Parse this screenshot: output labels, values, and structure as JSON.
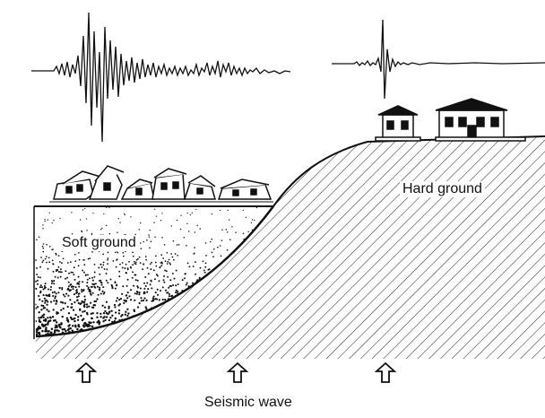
{
  "labels": {
    "soft_ground": "Soft ground",
    "hard_ground": "Hard ground",
    "seismic_wave": "Seismic wave"
  },
  "colors": {
    "ink": "#111111",
    "background": "#ffffff"
  },
  "icons": [
    "collapsed-houses-icon",
    "standing-house-icon",
    "up-arrow-icon"
  ]
}
